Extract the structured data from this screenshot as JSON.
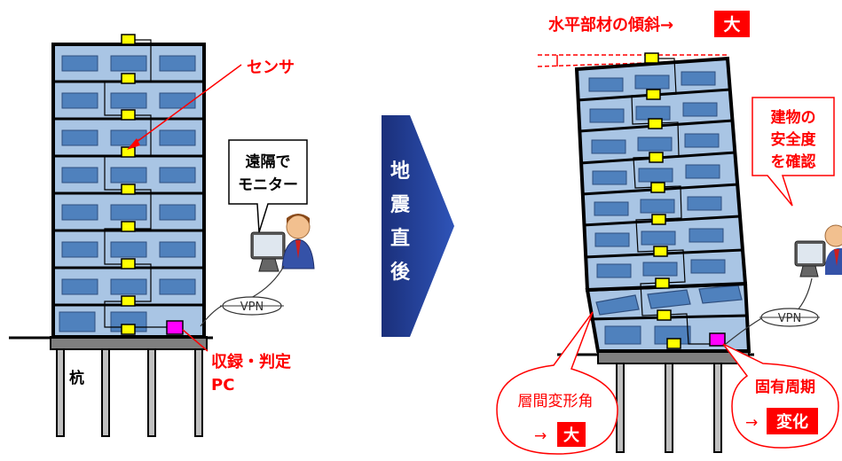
{
  "labels": {
    "sensor": "センサ",
    "remote_monitor_line1": "遠隔で",
    "remote_monitor_line2": "モニター",
    "vpn_left": "VPN",
    "vpn_right": "VPN",
    "record_pc_line1": "収録・判定",
    "record_pc_line2": "PC",
    "pile": "杭",
    "arrow_chars": [
      "地",
      "震",
      "直",
      "後"
    ],
    "tilt_text": "水平部材の傾斜→",
    "tilt_badge": "大",
    "safety_line1": "建物の",
    "safety_line2": "安全度",
    "safety_line3": "を確認",
    "drift_title": "層間変形角",
    "drift_arrow": "→",
    "drift_badge": "大",
    "period_title": "固有周期",
    "period_arrow": "→",
    "period_badge": "変化"
  },
  "colors": {
    "building_fill": "#a9c5e4",
    "window_fill": "#4f81bd",
    "sensor_fill": "#ffff00",
    "pc_fill": "#ff00ff",
    "accent_red": "#ff0000",
    "arrow_navy": "#1f3a93",
    "ground_gray": "#7f7f7f"
  }
}
